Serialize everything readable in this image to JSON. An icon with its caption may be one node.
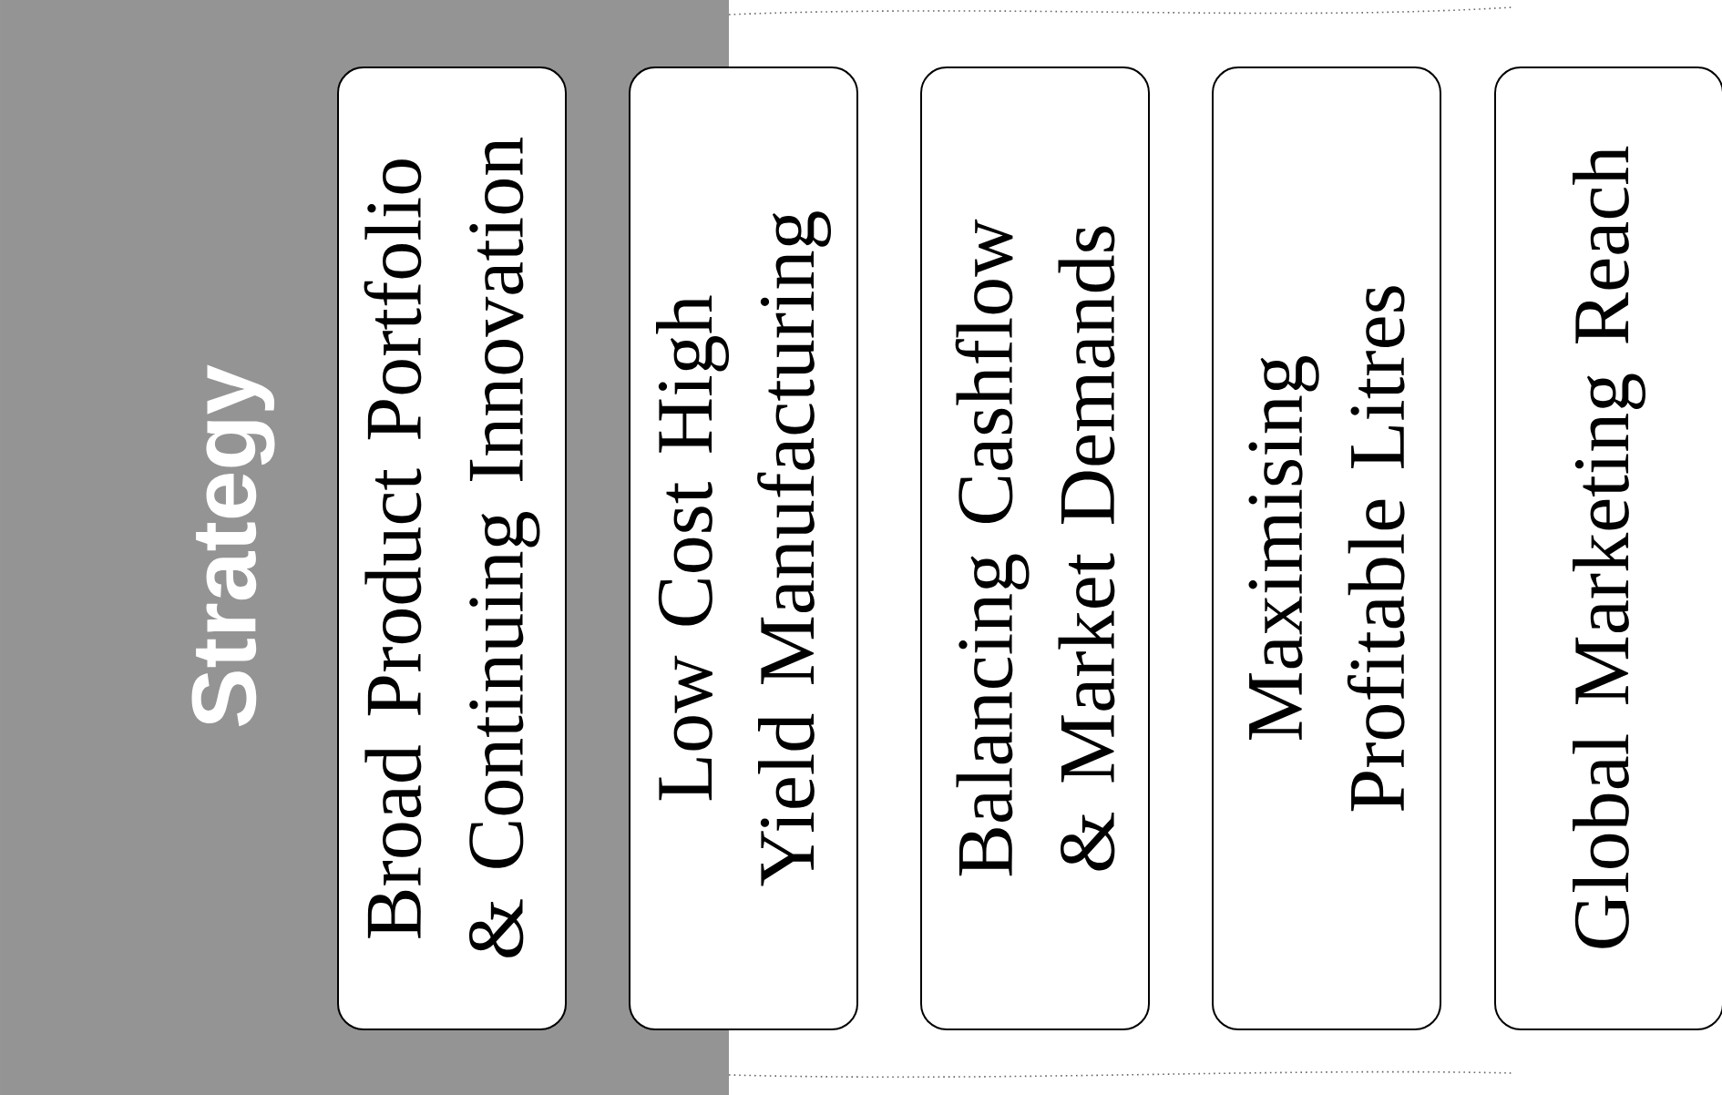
{
  "diagram": {
    "title": "Strategy",
    "nodes": [
      {
        "text": [
          "Broad Product Portfolio & Continuing Innovation"
        ]
      },
      {
        "text": [
          "Low Cost High Yield Manufacturing"
        ]
      },
      {
        "text": [
          "Balancing Cashflow & Market Demands"
        ]
      },
      {
        "text": [
          "Maximising Profitable Litres"
        ]
      },
      {
        "text": [
          "Global Marketing Reach"
        ]
      }
    ]
  }
}
